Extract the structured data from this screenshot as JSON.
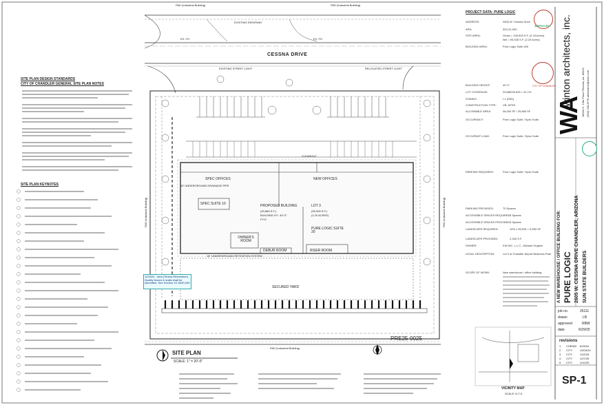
{
  "header_labels": {
    "pad_industrial_left": "PAD (Industrial Building)",
    "pad_industrial_right": "PAD (Industrial Building)",
    "existing_driveway": "EXISTING DRIVEWAY",
    "street": "CESSNA DRIVE",
    "existing_street_light": "EXISTING STREET LIGHT",
    "relocated_street_light": "RELOCATED STREET LIGHT",
    "ex_fh_left": "EX. FH",
    "ex_fh_right": "EX. FH"
  },
  "design_standards": {
    "title": "SITE PLAN DESIGN STANDARDS",
    "subtitle": "CITY OF CHANDLER GENERAL SITE PLAN NOTES"
  },
  "keynotes": {
    "title": "SITE PLAN KEYNOTES"
  },
  "plan": {
    "spec_offices": "SPEC OFFICES",
    "new_offices": "NEW OFFICES",
    "spec_suite": "SPEC SUITE 10",
    "proposed_building": "PROPOSED BUILDING",
    "building_sf": "(29,865 S.F.)",
    "building_ht": "BUILDING HT.: 40'-0\"",
    "ffe": "F.F.E.",
    "lot": "LOT 3",
    "lot_sf": "(95,928 S.F.)",
    "lot_acres": "(2.20 ACRES)",
    "pure_logic_suite": "PURE LOGIC SUITE 20",
    "owners_room": "OWNER'S ROOM",
    "debur_room": "DEBUR ROOM",
    "riser_room": "RISER ROOM",
    "secured_yard": "SECURED YARD",
    "pad_bottom": "PAD (Industrial Building)",
    "pad_left": "PAD (Industrial Building)",
    "pad_right": "PAD (Industrial Building)",
    "cleanout": "CLEANOUT",
    "underground_drainage": "10' UNDERGROUND DRAINAGE PIPE",
    "retention": "18\" UNDERGROUND RETENTION SYSTEM"
  },
  "note_box": "12/2024 - Idea (Teresa Richardson) Quality fences in walls shall be submitted. See Section XX.0000-000",
  "site_plan_title": "SITE PLAN",
  "scale_label": "SCALE:  1\" = 20'-0\"",
  "pre_number": "PRE25-0025",
  "vicinity_map": {
    "title": "VICINITY MAP",
    "scale": "SCALE:  N.T.S."
  },
  "project_data": {
    "title": "PROJECT DATA: PURE LOGIC",
    "rows": [
      {
        "label": "ADDRESS:",
        "value": "2605 W. Cessna Drive"
      },
      {
        "label": "APN:",
        "value": "303-31-000"
      },
      {
        "label": "SITE AREA:",
        "value": "Gross = 105,928 S.F. (2.43 Acres)"
      },
      {
        "label": "",
        "value": "Net = 95,928 S.F. (2.20 Acres)"
      },
      {
        "label": "BUILDING AREA:",
        "value": "Pure Logic Suite #20"
      },
      {
        "label": "BUILDING HEIGHT:",
        "value": "40'-0\""
      },
      {
        "label": "LOT COVERAGE:",
        "value": "29,865/95,928 = 31.1%"
      },
      {
        "label": "ZONING:",
        "value": "I-1 (PAD)"
      },
      {
        "label": "CONSTRUCTION TYPE:",
        "value": "VB, NFSS"
      },
      {
        "label": "ALLOWABLE AREA:",
        "value": "36,000 SF / 29,865 SF"
      },
      {
        "label": "OCCUPANCY:",
        "value": "Pure Logic Suite / Spec Suite"
      },
      {
        "label": "OCCUPANT LOAD:",
        "value": "Pure Logic Suite / Spec Suite"
      },
      {
        "label": "PARKING REQUIRED:",
        "value": "Pure Logic Suite / Spec Suite"
      },
      {
        "label": "PARKING PROVIDED:",
        "value": "70 Spaces"
      },
      {
        "label": "ACCESSIBLE SPACES REQUIRED:",
        "value": "3 Spaces"
      },
      {
        "label": "ACCESSIBLE SPACES PROVIDED:",
        "value": "3 Spaces"
      },
      {
        "label": "LANDSCAPE REQUIRED:",
        "value": "10% x 95,928 = 9,593 SF"
      },
      {
        "label": "LANDSCAPE PROVIDED:",
        "value": "2,345 S.F."
      },
      {
        "label": "OWNER:",
        "value": "KIN WC, L.L.C., Michael Hughes"
      },
      {
        "label": "LEGAL DESCRIPTION:",
        "value": "Lot 3 of Chandler Airport Business Park"
      },
      {
        "label": "SCOPE OF WORK:",
        "value": "New warehouse / office building"
      }
    ]
  },
  "stamps": {
    "approved": "APPROVED",
    "city": "CITY OF CHANDLER"
  },
  "title_block": {
    "firm": "winton architects, inc.",
    "firm_logo": "WA",
    "firm_address": "18043 N. 13th Place  Phoenix, Az. 85022",
    "firm_phone": "(602) 230-8778  wintonarch@msn.com",
    "project_line1": "A NEW WAREHOUSE / OFFICE BUILDING FOR:",
    "project_line2": "PURE LOGIC",
    "project_line3": "2605 W. CESSNA DRIVE  CHANDLER, ARIZONA",
    "project_line4": "SUN STATE BUILDERS",
    "job_no_label": "job no.",
    "job_no": "25111",
    "drawn_label": "drawn",
    "drawn": "LB",
    "approved_label": "approved",
    "approved_by": "RBW",
    "date_label": "date",
    "date": "6/29/25",
    "revisions_title": "revisions",
    "revisions": [
      {
        "id": "1",
        "by": "CHENDI",
        "date": "8/29/24"
      },
      {
        "id": "2",
        "by": "CITY",
        "date": "10/04/24"
      },
      {
        "id": "3",
        "by": "CITY",
        "date": "1/02/25"
      },
      {
        "id": "4",
        "by": "CITY",
        "date": "1/27/25"
      },
      {
        "id": "5",
        "by": "CITY",
        "date": "2/10/25"
      }
    ],
    "sheet": "SP-1"
  }
}
